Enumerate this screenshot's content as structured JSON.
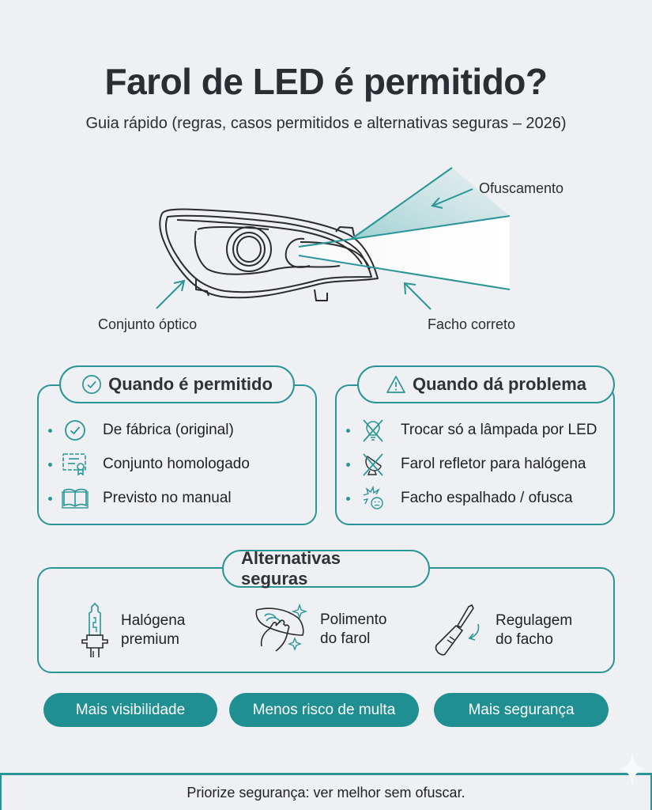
{
  "header": {
    "title": "Farol de LED é permitido?",
    "subtitle": "Guia rápido (regras, casos permitidos e alternativas seguras – 2026)"
  },
  "diagram": {
    "labels": {
      "glare": "Ofuscamento",
      "assembly": "Conjunto óptico",
      "correct_beam": "Facho correto"
    },
    "accent_color": "#2a9596"
  },
  "allowed": {
    "title": "Quando é permitido",
    "icon": "check-circle-icon",
    "items": [
      {
        "icon": "check-circle-icon",
        "label": "De fábrica (original)"
      },
      {
        "icon": "certificate-icon",
        "label": "Conjunto homologado"
      },
      {
        "icon": "book-icon",
        "label": "Previsto no manual"
      }
    ]
  },
  "problems": {
    "title": "Quando dá problema",
    "icon": "warning-icon",
    "items": [
      {
        "icon": "crossed-bulb-icon",
        "label": "Trocar só a lâmpada por LED"
      },
      {
        "icon": "crossed-reflector-icon",
        "label": "Farol refletor para halógena"
      },
      {
        "icon": "glare-sad-face-icon",
        "label": "Facho espalhado / ofusca"
      }
    ]
  },
  "alternatives": {
    "title": "Alternativas seguras",
    "items": [
      {
        "icon": "halogen-bulb-icon",
        "line1": "Halógena",
        "line2": "premium"
      },
      {
        "icon": "polish-hand-icon",
        "line1": "Polimento",
        "line2": "do farol"
      },
      {
        "icon": "screwdriver-icon",
        "line1": "Regulagem",
        "line2": "do facho"
      }
    ]
  },
  "benefits": [
    "Mais visibilidade",
    "Menos risco de multa",
    "Mais segurança"
  ],
  "footer": {
    "text": "Priorize segurança: ver melhor sem ofuscar."
  },
  "colors": {
    "accent": "#2a9596",
    "pill": "#1f8f91",
    "background": "#eef0f3",
    "text": "#2a2d31"
  }
}
